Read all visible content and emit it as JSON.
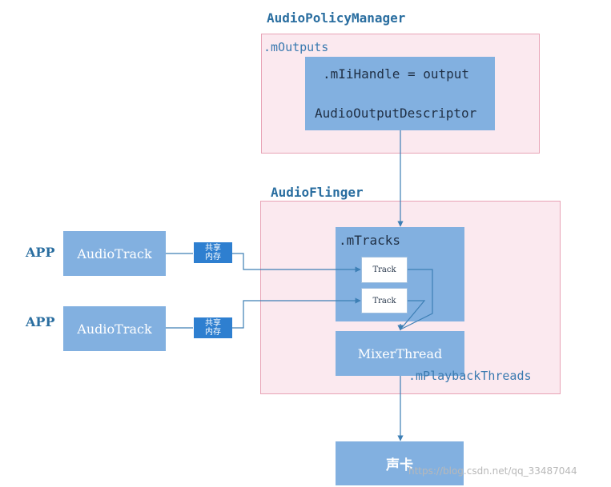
{
  "policy": {
    "title": "AudioPolicyManager",
    "region_label": ".mOutputs",
    "descriptor_line1": ".mIiHandle = output",
    "descriptor_line2": "AudioOutputDescriptor"
  },
  "flinger": {
    "title": "AudioFlinger",
    "tracks_label": ".mTracks",
    "track1": "Track",
    "track2": "Track",
    "mixer": "MixerThread",
    "playback_label": ".mPlaybackThreads"
  },
  "apps": [
    {
      "app_label": "APP",
      "track_label": "AudioTrack",
      "shm_line1": "共享",
      "shm_line2": "内存"
    },
    {
      "app_label": "APP",
      "track_label": "AudioTrack",
      "shm_line1": "共享",
      "shm_line2": "内存"
    }
  ],
  "soundcard": "声卡",
  "watermark": "https://blog.csdn.net/qq_33487044",
  "colors": {
    "box_blue": "#82b0e0",
    "shm_blue": "#2e7fd0",
    "region_pink": "#fbe9ef",
    "region_border": "#e8a3b6",
    "title_blue": "#2a6ea0",
    "line_blue": "#3d7fb5"
  }
}
